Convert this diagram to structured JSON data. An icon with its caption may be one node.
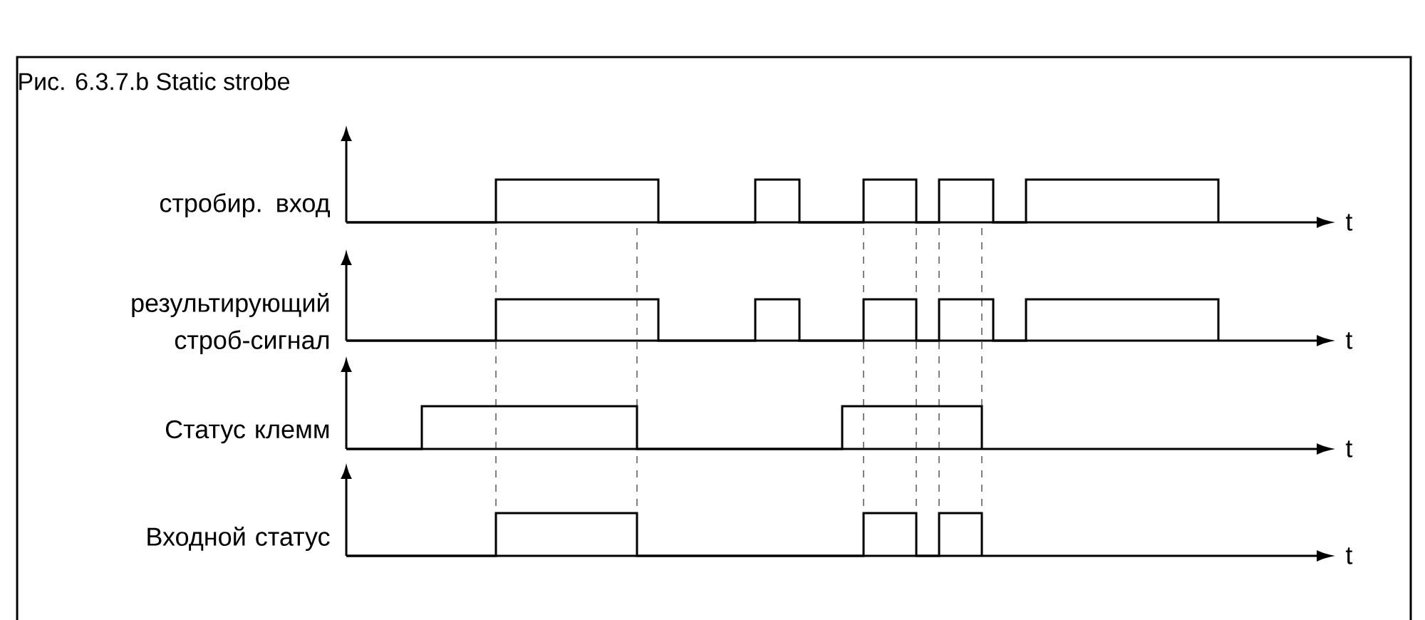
{
  "diagram": {
    "title": "Рис. 6.3.7.b Static strobe",
    "labels": [
      "стробир. вход",
      "t",
      "результирующий строб-сигнал",
      "t",
      "Статус клемм",
      "t",
      "Входной статус",
      "t"
    ]
  }
}
